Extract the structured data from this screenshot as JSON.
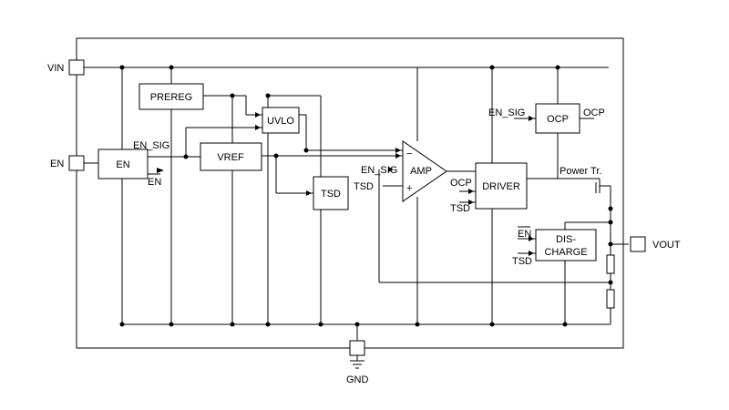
{
  "pins": {
    "vin": "VIN",
    "en": "EN",
    "vout": "VOUT",
    "gnd": "GND"
  },
  "blocks": {
    "prereg": "PREREG",
    "uvlo": "UVLO",
    "en": "EN",
    "vref": "VREF",
    "tsd": "TSD",
    "amp": "AMP",
    "driver": "DRIVER",
    "ocp": "OCP",
    "discharge_line1": "DIS-",
    "discharge_line2": "CHARGE"
  },
  "signals": {
    "en_sig_out": "EN_SIG",
    "en_bar_out": "EN",
    "en_sig_amp": "EN_SIG",
    "tsd_out": "TSD",
    "en_sig_ocp": "EN_SIG",
    "ocp_out": "OCP",
    "ocp_in": "OCP",
    "tsd_in_driver": "TSD",
    "en_bar_dis": "EN",
    "tsd_in_dis": "TSD",
    "power_tr": "Power Tr.",
    "amp_minus": "−",
    "amp_plus": "+"
  }
}
